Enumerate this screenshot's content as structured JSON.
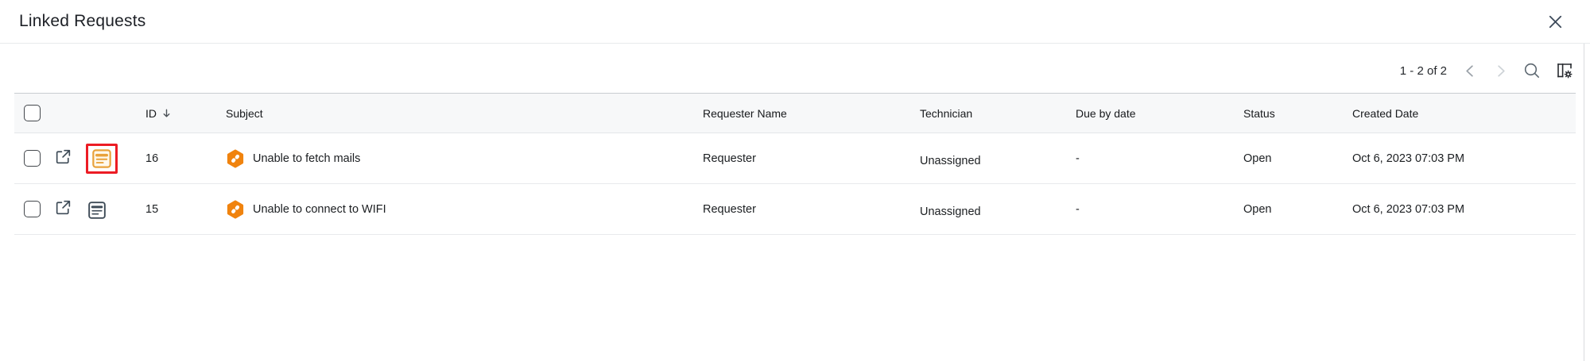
{
  "dialog": {
    "title": "Linked Requests",
    "close_icon": "close-x"
  },
  "toolbar": {
    "pagination": "1 - 2 of 2",
    "prev_icon": "chevron-left",
    "next_icon": "chevron-right",
    "search_icon": "magnifier",
    "column_settings_icon": "table-with-gear"
  },
  "table": {
    "headers": {
      "id": "ID",
      "subject": "Subject",
      "requester_name": "Requester Name",
      "technician": "Technician",
      "due_by_date": "Due by date",
      "status": "Status",
      "created_date": "Created Date"
    },
    "sort": {
      "column": "ID",
      "direction": "desc"
    },
    "row_icons": {
      "open_in_new": "external-link",
      "conversation": "document-lines",
      "request_type": "orange-hexagon-badge"
    },
    "rows": [
      {
        "id": "16",
        "subject": "Unable to fetch mails",
        "requester_name": "Requester",
        "technician": "Unassigned",
        "due_by_date": "-",
        "status": "Open",
        "created_date": "Oct 6, 2023 07:03 PM",
        "conversation_icon_highlighted": true
      },
      {
        "id": "15",
        "subject": "Unable to connect to WIFI",
        "requester_name": "Requester",
        "technician": "Unassigned",
        "due_by_date": "-",
        "status": "Open",
        "created_date": "Oct 6, 2023 07:03 PM",
        "conversation_icon_highlighted": false
      }
    ]
  },
  "colors": {
    "badge_orange": "#F0830E",
    "doc_icon_orange": "#E9A23B",
    "highlight_red": "#EC1C24",
    "icon_grey": "#3E4B57",
    "header_bg": "#F7F8F9"
  }
}
